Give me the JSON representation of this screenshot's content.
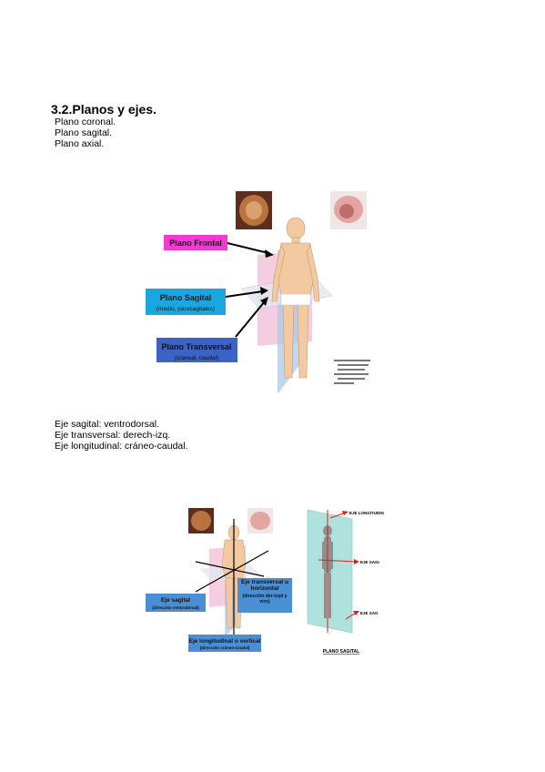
{
  "heading": "3.2.Planos y ejes.",
  "planes_list": [
    "Plano coronal.",
    "Plano sagital.",
    "Plano axial."
  ],
  "axes_list": [
    "Eje sagital: ventrodorsal.",
    "Eje transversal: derech-izq.",
    "Eje longitudinal: cráneo-caudal."
  ],
  "figure1": {
    "frontal_label": "Plano Frontal",
    "sagittal_label": "Plano Sagital",
    "sagittal_sub": "(medio, parasagitales)",
    "transverse_label": "Plano Transversal",
    "transverse_sub": "(craneal, caudal)",
    "colors": {
      "frontal": "#f03ad0",
      "sagittal": "#1aa7e0",
      "transverse": "#3b62c4"
    }
  },
  "figure2": {
    "sagittal_axis_label": "Eje sagital",
    "sagittal_axis_sub": "(dirección ventrodorsal)",
    "transverse_axis_label": "Eje transversal u horizontal",
    "transverse_axis_sub": "(dirección der-izqd y vice)",
    "longitudinal_axis_label": "Eje longitudinal o vertical",
    "longitudinal_axis_sub": "(dirección cráneo-caudal)",
    "right_labels": [
      "EJE LONGITUDIN",
      "EJE SAGI",
      "EJE SAG"
    ],
    "right_caption": "PLANO SAGITAL",
    "colors": {
      "label_box": "#4a8fd4"
    }
  }
}
